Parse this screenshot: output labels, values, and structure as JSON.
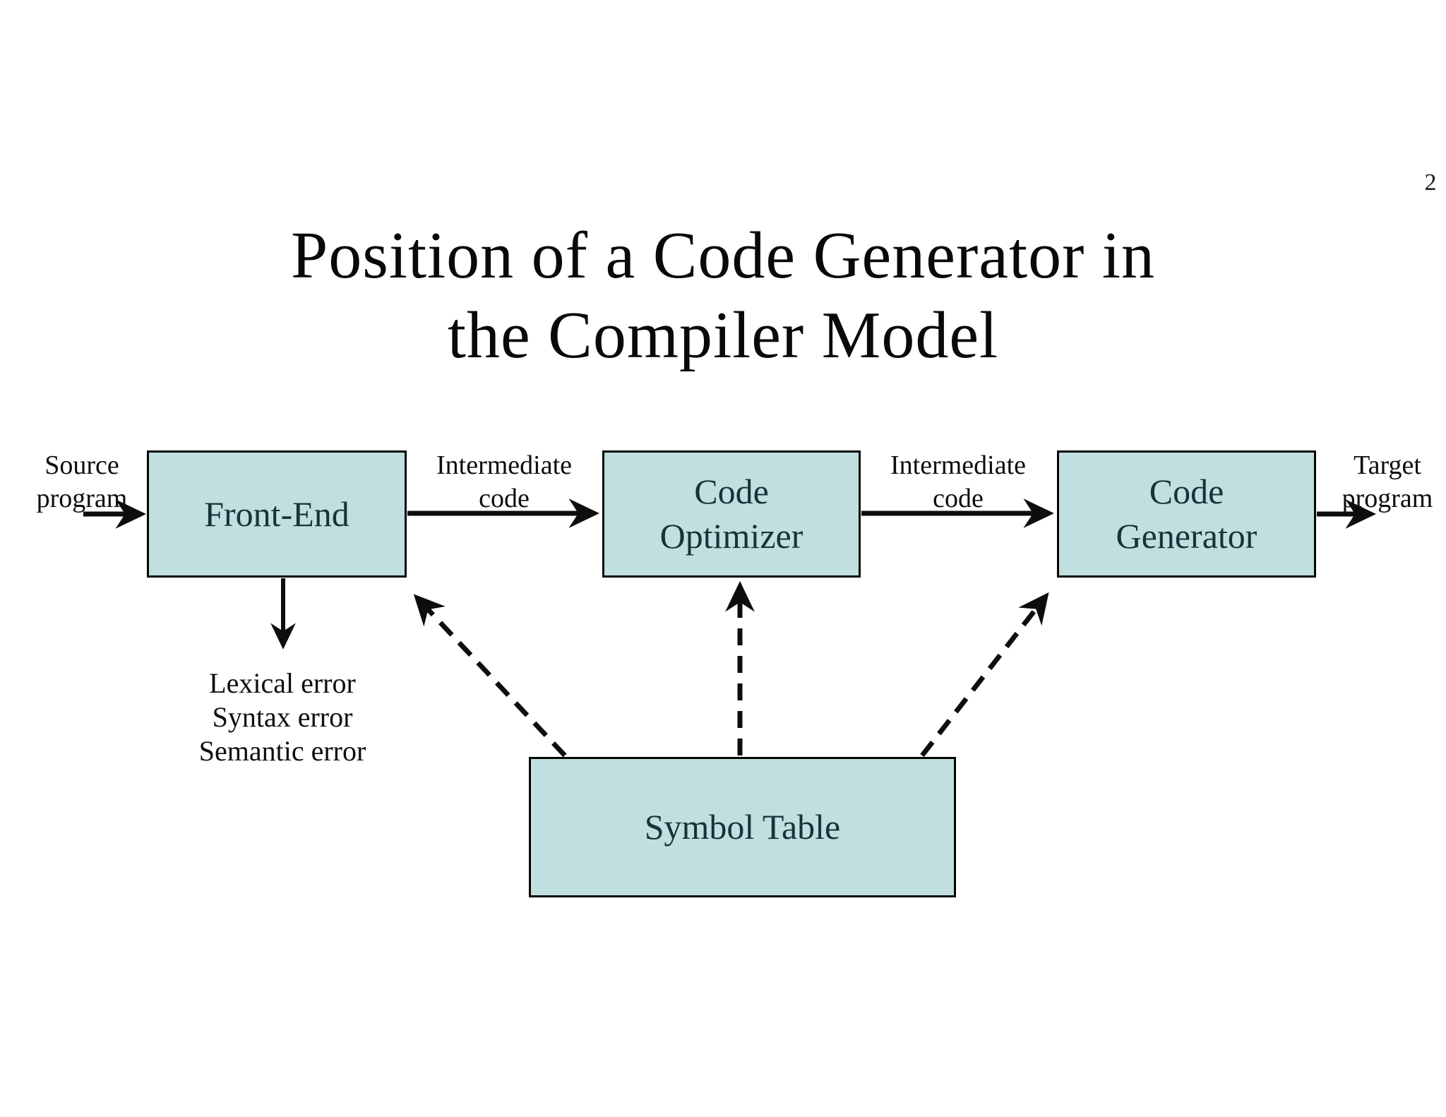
{
  "page": {
    "number": "2",
    "title": {
      "line1": "Position of a Code Generator in",
      "line2": "the Compiler Model"
    }
  },
  "boxes": {
    "front_end": {
      "label": "Front-End"
    },
    "code_optimizer": {
      "line1": "Code",
      "line2": "Optimizer"
    },
    "code_generator": {
      "line1": "Code",
      "line2": "Generator"
    },
    "symbol_table": {
      "label": "Symbol Table"
    }
  },
  "labels": {
    "source_program": {
      "line1": "Source",
      "line2": "program"
    },
    "intermediate_code_1": {
      "line1": "Intermediate",
      "line2": "code"
    },
    "intermediate_code_2": {
      "line1": "Intermediate",
      "line2": "code"
    },
    "target_program": {
      "line1": "Target",
      "line2": "program"
    },
    "errors": {
      "line1": "Lexical error",
      "line2": "Syntax error",
      "line3": "Semantic error"
    }
  },
  "colors": {
    "background": "#ffffff",
    "box_fill": "#c2dfe0",
    "box_border": "#050505",
    "box_text": "#17333a",
    "label_text": "#0e0e0e",
    "arrow": "#0d0d0d"
  }
}
